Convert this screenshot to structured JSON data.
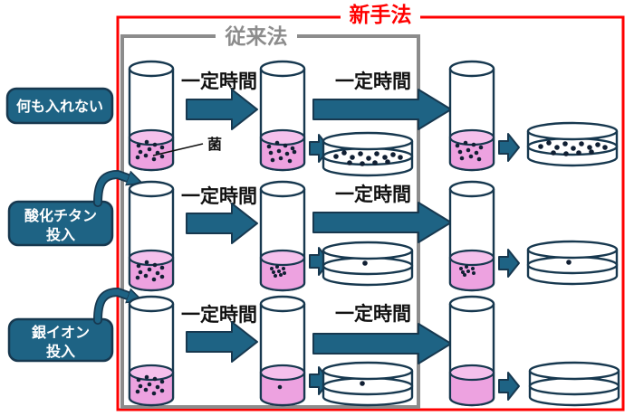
{
  "diagram_title": {
    "new_method": "新手法",
    "conventional_method": "従来法"
  },
  "labels": {
    "time": "一定時間",
    "bacteria": "菌"
  },
  "colors": {
    "red": "#ff0000",
    "gray": "#8c8c8c",
    "teal": "#1e6384",
    "navy": "#17384f",
    "pink": "#eda2e0",
    "pink-light": "#f4c0ec",
    "dot": "#101f33"
  },
  "rows": [
    {
      "id": "no-additive",
      "label_lines": [
        "何も入れない"
      ],
      "beaker1": {
        "dots": [
          [
            153,
            161
          ],
          [
            162,
            157
          ],
          [
            171,
            160
          ],
          [
            179,
            163
          ],
          [
            155,
            168
          ],
          [
            165,
            165
          ],
          [
            174,
            169
          ],
          [
            152,
            174
          ],
          [
            161,
            172
          ],
          [
            170,
            176
          ],
          [
            179,
            173
          ]
        ]
      },
      "beaker2": {
        "dots": [
          [
            297,
            162
          ],
          [
            306,
            158
          ],
          [
            315,
            161
          ],
          [
            323,
            164
          ],
          [
            299,
            169
          ],
          [
            308,
            167
          ],
          [
            317,
            170
          ],
          [
            325,
            168
          ],
          [
            301,
            177
          ],
          [
            310,
            175
          ],
          [
            320,
            178
          ]
        ]
      },
      "dish1": {
        "dots": [
          [
            371,
            173
          ],
          [
            380,
            169
          ],
          [
            389,
            174
          ],
          [
            398,
            170
          ],
          [
            407,
            175
          ],
          [
            416,
            170
          ],
          [
            425,
            174
          ],
          [
            434,
            171
          ],
          [
            442,
            174
          ],
          [
            386,
            180
          ],
          [
            400,
            181
          ],
          [
            414,
            180
          ],
          [
            428,
            179
          ]
        ]
      },
      "beaker3": {
        "dots": [
          [
            505,
            161
          ],
          [
            514,
            158
          ],
          [
            523,
            160
          ],
          [
            531,
            163
          ],
          [
            508,
            168
          ],
          [
            517,
            166
          ],
          [
            526,
            169
          ],
          [
            510,
            175
          ],
          [
            520,
            173
          ],
          [
            529,
            176
          ]
        ]
      },
      "dish2": {
        "dots": [
          [
            597,
            162
          ],
          [
            606,
            158
          ],
          [
            615,
            163
          ],
          [
            624,
            159
          ],
          [
            633,
            164
          ],
          [
            642,
            159
          ],
          [
            651,
            163
          ],
          [
            660,
            160
          ],
          [
            668,
            163
          ],
          [
            611,
            169
          ],
          [
            625,
            170
          ],
          [
            639,
            169
          ],
          [
            653,
            168
          ]
        ]
      }
    },
    {
      "id": "titanium-dioxide",
      "label_lines": [
        "酸化チタン",
        "投入"
      ],
      "beaker1": {
        "dots": [
          [
            153,
            294
          ],
          [
            162,
            290
          ],
          [
            171,
            293
          ],
          [
            179,
            296
          ],
          [
            155,
            301
          ],
          [
            165,
            298
          ],
          [
            174,
            302
          ],
          [
            152,
            307
          ],
          [
            161,
            305
          ],
          [
            170,
            309
          ],
          [
            179,
            306
          ]
        ]
      },
      "beaker2": {
        "dots": [
          [
            300,
            297
          ],
          [
            306,
            295
          ],
          [
            313,
            297
          ],
          [
            302,
            301
          ],
          [
            308,
            300
          ],
          [
            314,
            302
          ],
          [
            304,
            305
          ],
          [
            310,
            304
          ]
        ]
      },
      "dish1": {
        "dots": [
          [
            403,
            291
          ]
        ]
      },
      "beaker3": {
        "dots": [
          [
            509,
            297
          ],
          [
            515,
            295
          ],
          [
            522,
            297
          ],
          [
            511,
            301
          ],
          [
            517,
            300
          ],
          [
            523,
            302
          ],
          [
            513,
            304
          ]
        ]
      },
      "dish2": {
        "dots": [
          [
            628,
            290
          ]
        ]
      }
    },
    {
      "id": "silver-ion",
      "label_lines": [
        "銀イオン",
        "投入"
      ],
      "beaker1": {
        "dots": [
          [
            153,
            420
          ],
          [
            162,
            417
          ],
          [
            171,
            419
          ],
          [
            179,
            422
          ],
          [
            155,
            427
          ],
          [
            165,
            425
          ],
          [
            174,
            428
          ],
          [
            152,
            433
          ],
          [
            161,
            431
          ],
          [
            170,
            435
          ],
          [
            179,
            432
          ]
        ]
      },
      "beaker2": {
        "dots": [
          [
            309,
            428
          ]
        ]
      },
      "dish1": {
        "dots": [
          [
            400,
            424
          ]
        ]
      },
      "beaker3": {
        "dots": []
      },
      "dish2": {
        "dots": []
      }
    }
  ]
}
